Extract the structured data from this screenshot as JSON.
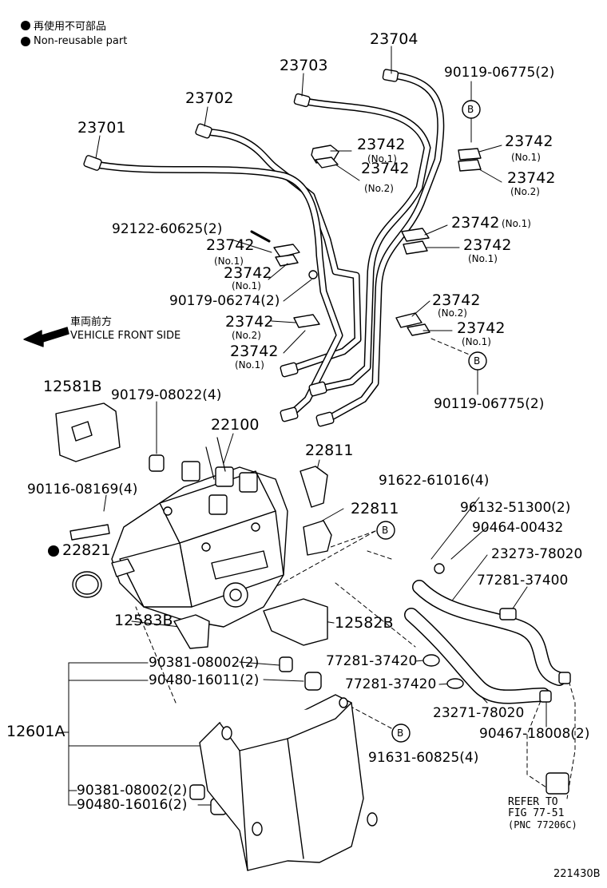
{
  "legend": {
    "jp": "再使用不可部品",
    "en": "Non-reusable part"
  },
  "direction": {
    "jp": "車両前方",
    "en": "VEHICLE FRONT SIDE"
  },
  "labels": {
    "l23704": "23704",
    "l23703": "23703",
    "l23702": "23702",
    "l23701": "23701",
    "l90119_top": "90119-06775(2)",
    "l23742_a": "23742",
    "l23742_a_sub": "(No.1)",
    "l23742_b": "23742",
    "l23742_b_sub": "(No.2)",
    "l23742_c": "23742",
    "l23742_c_sub": "(No.1)",
    "l23742_d": "23742",
    "l23742_d_sub": "(No.2)",
    "l92122": "92122-60625(2)",
    "l23742_e": "23742",
    "l23742_e_sub": "(No.1)",
    "l23742_f": "23742",
    "l23742_f_sub": "(No.1)",
    "l90179_06274": "90179-06274(2)",
    "l23742_g": "23742",
    "l23742_g_sub": "(No.1)",
    "l23742_h": "23742",
    "l23742_h_sub": "(No.1)",
    "l23742_i": "23742",
    "l23742_i_sub": "(No.2)",
    "l23742_j": "23742",
    "l23742_j_sub": "(No.1)",
    "l23742_k": "23742",
    "l23742_k_sub": "(No.2)",
    "l23742_l": "23742",
    "l23742_l_sub": "(No.1)",
    "l90119_mid": "90119-06775(2)",
    "l12581B": "12581B",
    "l90179_08022": "90179-08022(4)",
    "l22100": "22100",
    "l22811_a": "22811",
    "l91622": "91622-61016(4)",
    "l90116": "90116-08169(4)",
    "l22811_b": "22811",
    "l96132": "96132-51300(2)",
    "l90464": "90464-00432",
    "l22821": "22821",
    "l23273": "23273-78020",
    "l77281_37400": "77281-37400",
    "l12583B": "12583B",
    "l12582B": "12582B",
    "l90381_a": "90381-08002(2)",
    "l77281_37420_a": "77281-37420",
    "l90480_16011": "90480-16011(2)",
    "l77281_37420_b": "77281-37420",
    "l23271": "23271-78020",
    "l12601A": "12601A",
    "l90467": "90467-18008(2)",
    "l91631": "91631-60825(4)",
    "l90381_b": "90381-08002(2)",
    "l90480_16016": "90480-16016(2)",
    "refer_1": "REFER TO",
    "refer_2": "FIG 77-51",
    "refer_3": "(PNC 77206C)",
    "figure_id": "221430B"
  },
  "callouts": {
    "b1": "B",
    "b2": "B",
    "b3": "B",
    "b4": "B"
  }
}
